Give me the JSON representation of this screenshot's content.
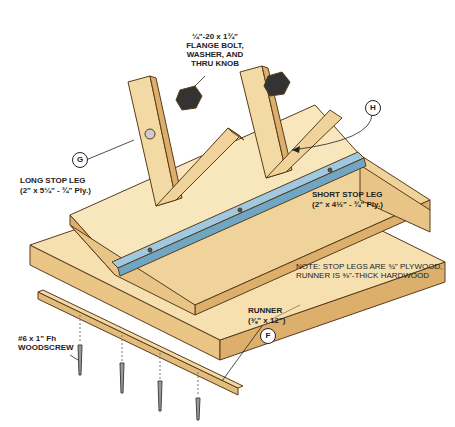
{
  "diagram": {
    "labels": [
      "¼\"-20 x 1¾\" FLANGE BOLT, WASHER, AND THRU KNOB",
      "G",
      "LONG STOP LEG",
      "(2\" x 5¼\" - ¾\" Ply.)",
      "H",
      "SHORT STOP LEG",
      "(2\" x 4½\" - ¾\" Ply.)",
      "NOTE: STOP LEGS ARE ¾\" PLYWOOD, RUNNER IS ⅜\"-THICK HARDWOOD",
      "RUNNER",
      "(⅜\" x 12\")",
      "F",
      "#6 x 1\" Fh WOODSCREW"
    ]
  }
}
